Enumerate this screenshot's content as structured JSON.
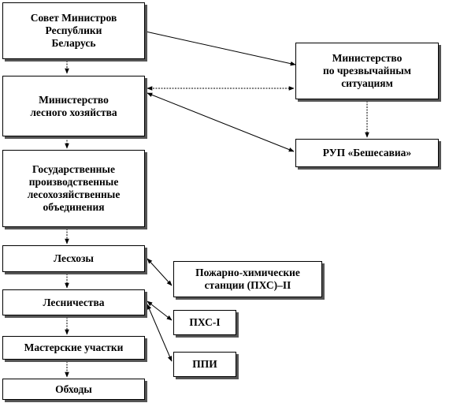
{
  "diagram": {
    "nodes": {
      "council": {
        "label": "Совет Министров\nРеспублики\nБеларусь"
      },
      "mchs": {
        "label": "Министерство\nпо чрезвычайным\nситуациям"
      },
      "forestry_ministry": {
        "label": "Министерство\nлесного хозяйства"
      },
      "rup": {
        "label": "РУП «Бешесавиа»"
      },
      "state_associations": {
        "label": "Государственные\nпроизводственные\nлесохозяйственные\nобъединения"
      },
      "leskhozy": {
        "label": "Лесхозы"
      },
      "pkhs2": {
        "label": "Пожарно-химические\nстанции (ПХС)–II"
      },
      "lesnichestva": {
        "label": "Лесничества"
      },
      "pkhs1": {
        "label": "ПХС-I"
      },
      "workshops": {
        "label": "Мастерские участки"
      },
      "ppi": {
        "label": "ППИ"
      },
      "obkhody": {
        "label": "Обходы"
      }
    }
  }
}
